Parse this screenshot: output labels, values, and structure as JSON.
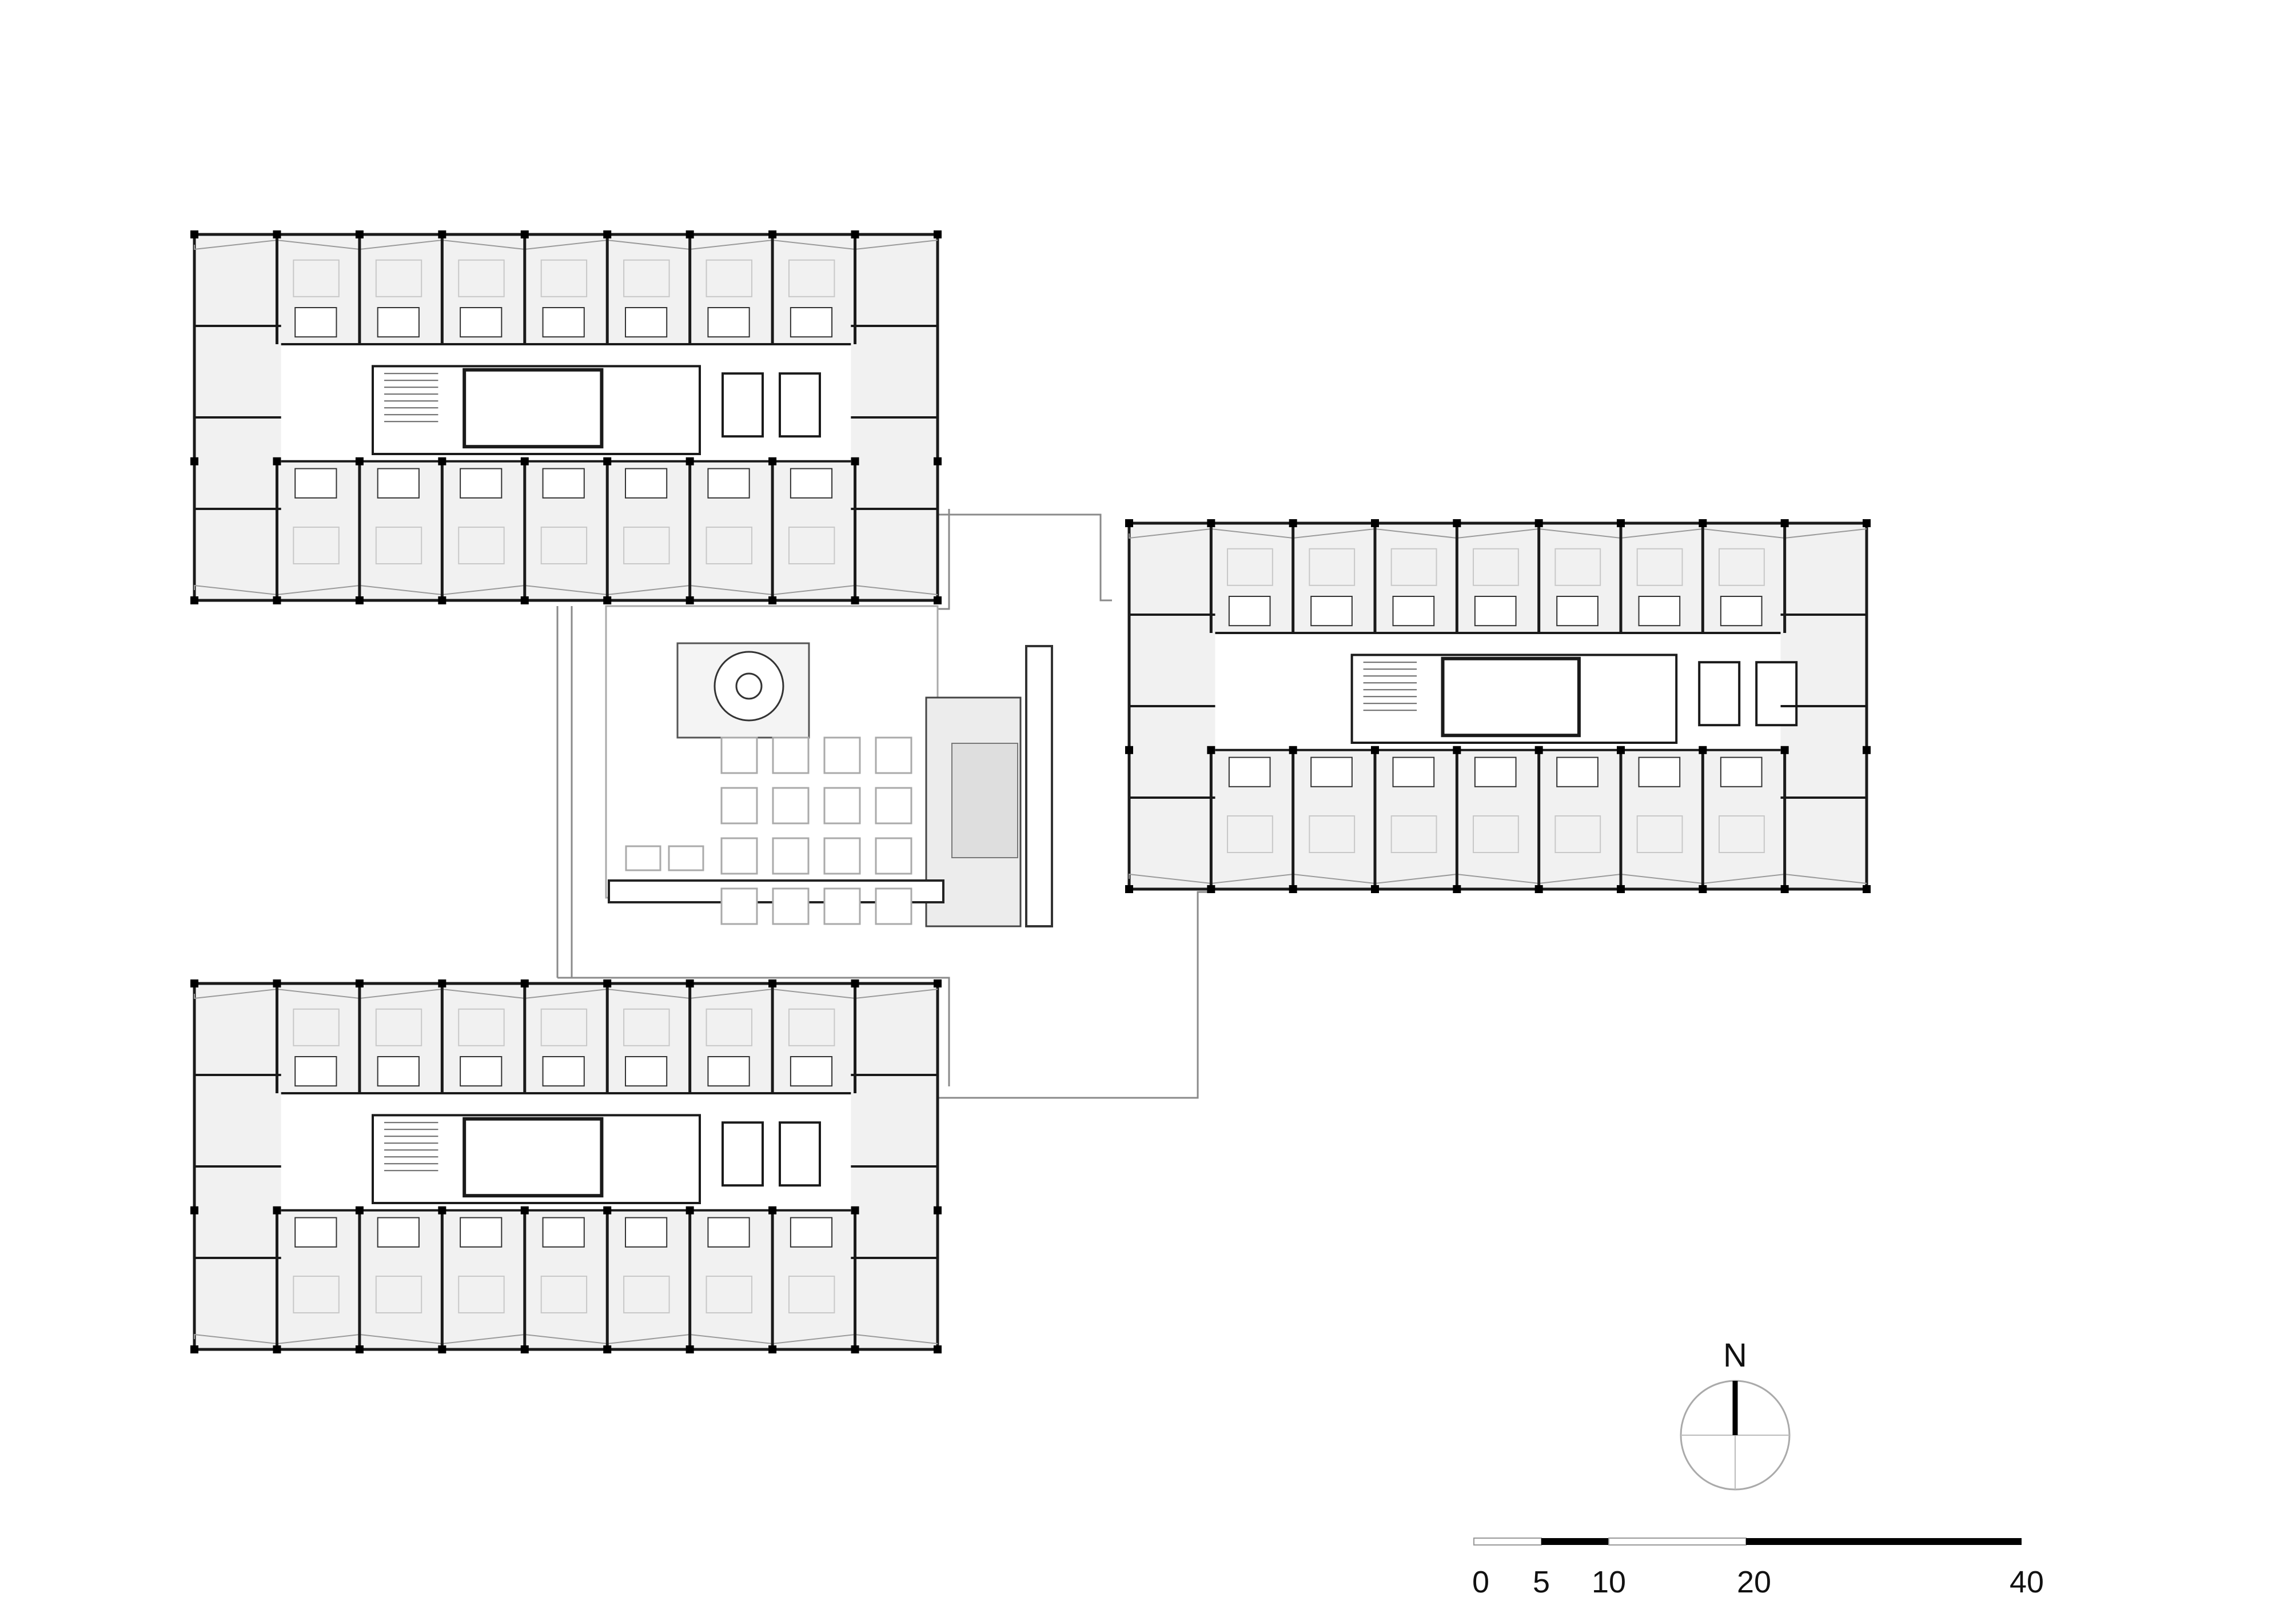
{
  "north_arrow": {
    "label": "N"
  },
  "scale_bar": {
    "ticks": [
      "0",
      "5",
      "10",
      "20",
      "40"
    ]
  },
  "colors": {
    "line": "#1a1a1a",
    "fill": "#f1f1f1",
    "thin": "#9a9a9a"
  }
}
